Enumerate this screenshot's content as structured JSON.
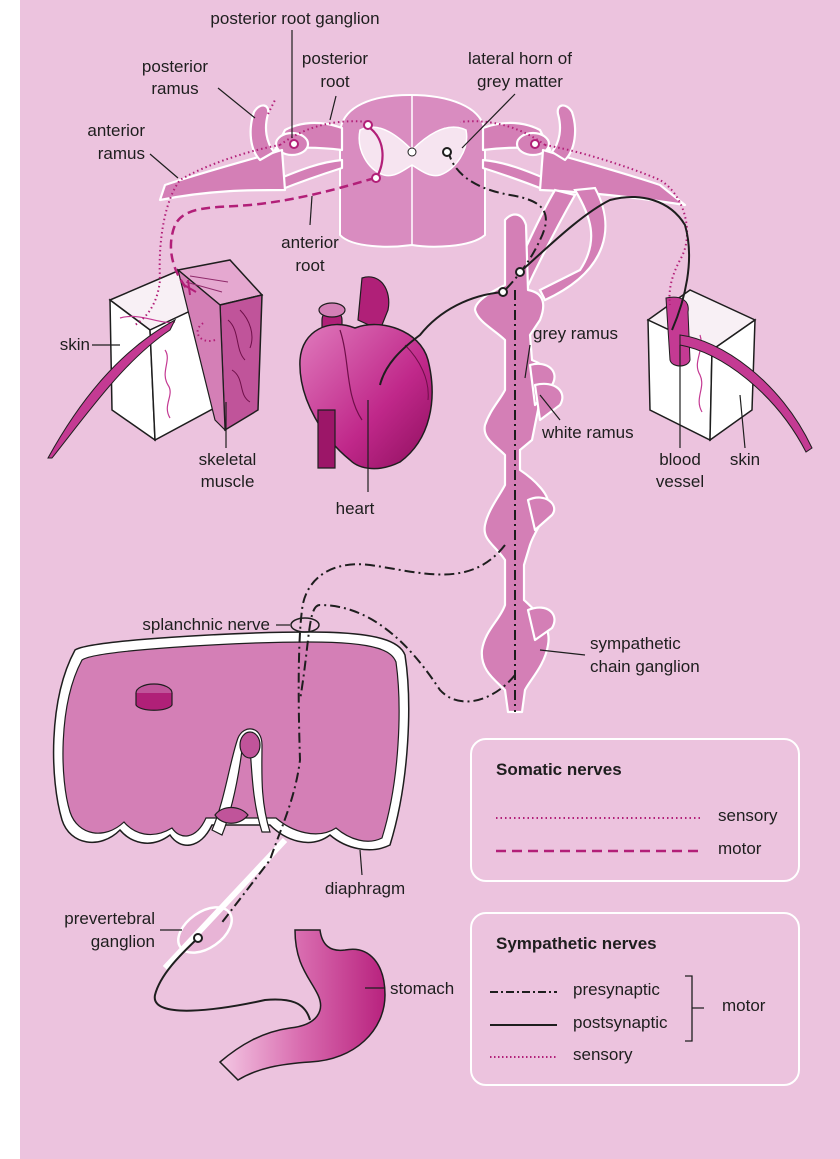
{
  "labels": {
    "posterior_root_ganglion": "posterior root ganglion",
    "posterior_ramus": [
      "posterior",
      "ramus"
    ],
    "posterior_root": [
      "posterior",
      "root"
    ],
    "lateral_horn": [
      "lateral horn of",
      "grey matter"
    ],
    "anterior_ramus": [
      "anterior",
      "ramus"
    ],
    "anterior_root": [
      "anterior",
      "root"
    ],
    "skin_left": "skin",
    "skeletal_muscle": [
      "skeletal",
      "muscle"
    ],
    "heart": "heart",
    "grey_ramus": "grey ramus",
    "white_ramus": "white ramus",
    "blood_vessel": [
      "blood",
      "vessel"
    ],
    "skin_right": "skin",
    "splanchnic_nerve": "splanchnic nerve",
    "sympathetic_chain_ganglion": [
      "sympathetic",
      "chain ganglion"
    ],
    "diaphragm": "diaphragm",
    "prevertebral_ganglion": [
      "prevertebral",
      "ganglion"
    ],
    "stomach": "stomach"
  },
  "legend_somatic": {
    "title": "Somatic nerves",
    "sensory": "sensory",
    "motor": "motor"
  },
  "legend_sympathetic": {
    "title": "Sympathetic nerves",
    "presynaptic": "presynaptic",
    "postsynaptic": "postsynaptic",
    "sensory": "sensory",
    "motor": "motor"
  },
  "colors": {
    "background": "#ecc3de",
    "tissue": "#d47fb6",
    "nerve_dark": "#b21f78",
    "line": "#1e1e1e"
  }
}
